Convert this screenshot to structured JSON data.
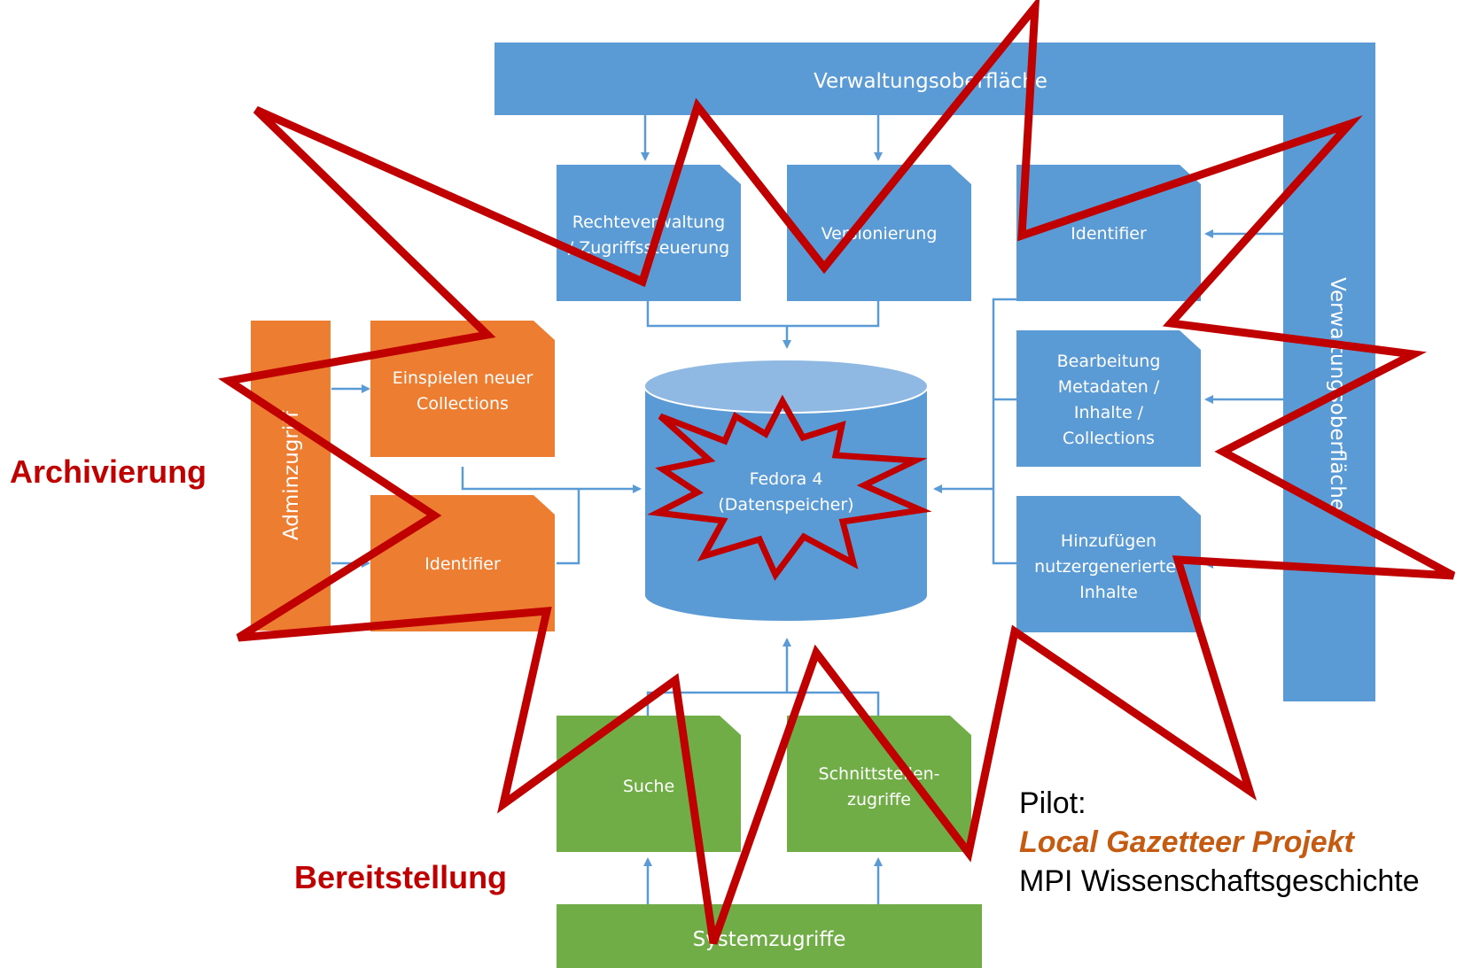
{
  "colors": {
    "blue": "#5b9bd5",
    "orange": "#ed7d31",
    "green": "#70ad47",
    "red": "#c00000",
    "project_orange": "#c55a11"
  },
  "admin_ui": {
    "top_bar_label": "Verwaltungsoberfläche",
    "side_bar_label": "Verwaltungsoberfläche"
  },
  "modules": {
    "rights": [
      "Rechteverwaltung",
      "/ Zugriffssteuerung"
    ],
    "versioning": "Versionierung",
    "identifier_right": "Identifier",
    "metadata_editing": [
      "Bearbeitung",
      "Metadaten /",
      "Inhalte /",
      "Collections"
    ],
    "user_content": [
      "Hinzufügen",
      "nutzergenerierter",
      "Inhalte"
    ]
  },
  "storage": {
    "label_line1": "Fedora 4",
    "label_line2": "(Datenspeicher)"
  },
  "archiving": {
    "admin_access": "Adminzugriff",
    "import_collections": [
      "Einspielen neuer",
      "Collections"
    ],
    "identifier_left": "Identifier"
  },
  "provision": {
    "search": "Suche",
    "api_access": [
      "Schnittstellen-",
      "zugriffe"
    ],
    "system_access": "Systemzugriffe"
  },
  "labels": {
    "archivierung": "Archivierung",
    "bereitstellung": "Bereitstellung"
  },
  "pilot": {
    "heading": "Pilot:",
    "project": "Local Gazetteer Projekt",
    "institute": "MPI Wissenschaftsgeschichte"
  }
}
